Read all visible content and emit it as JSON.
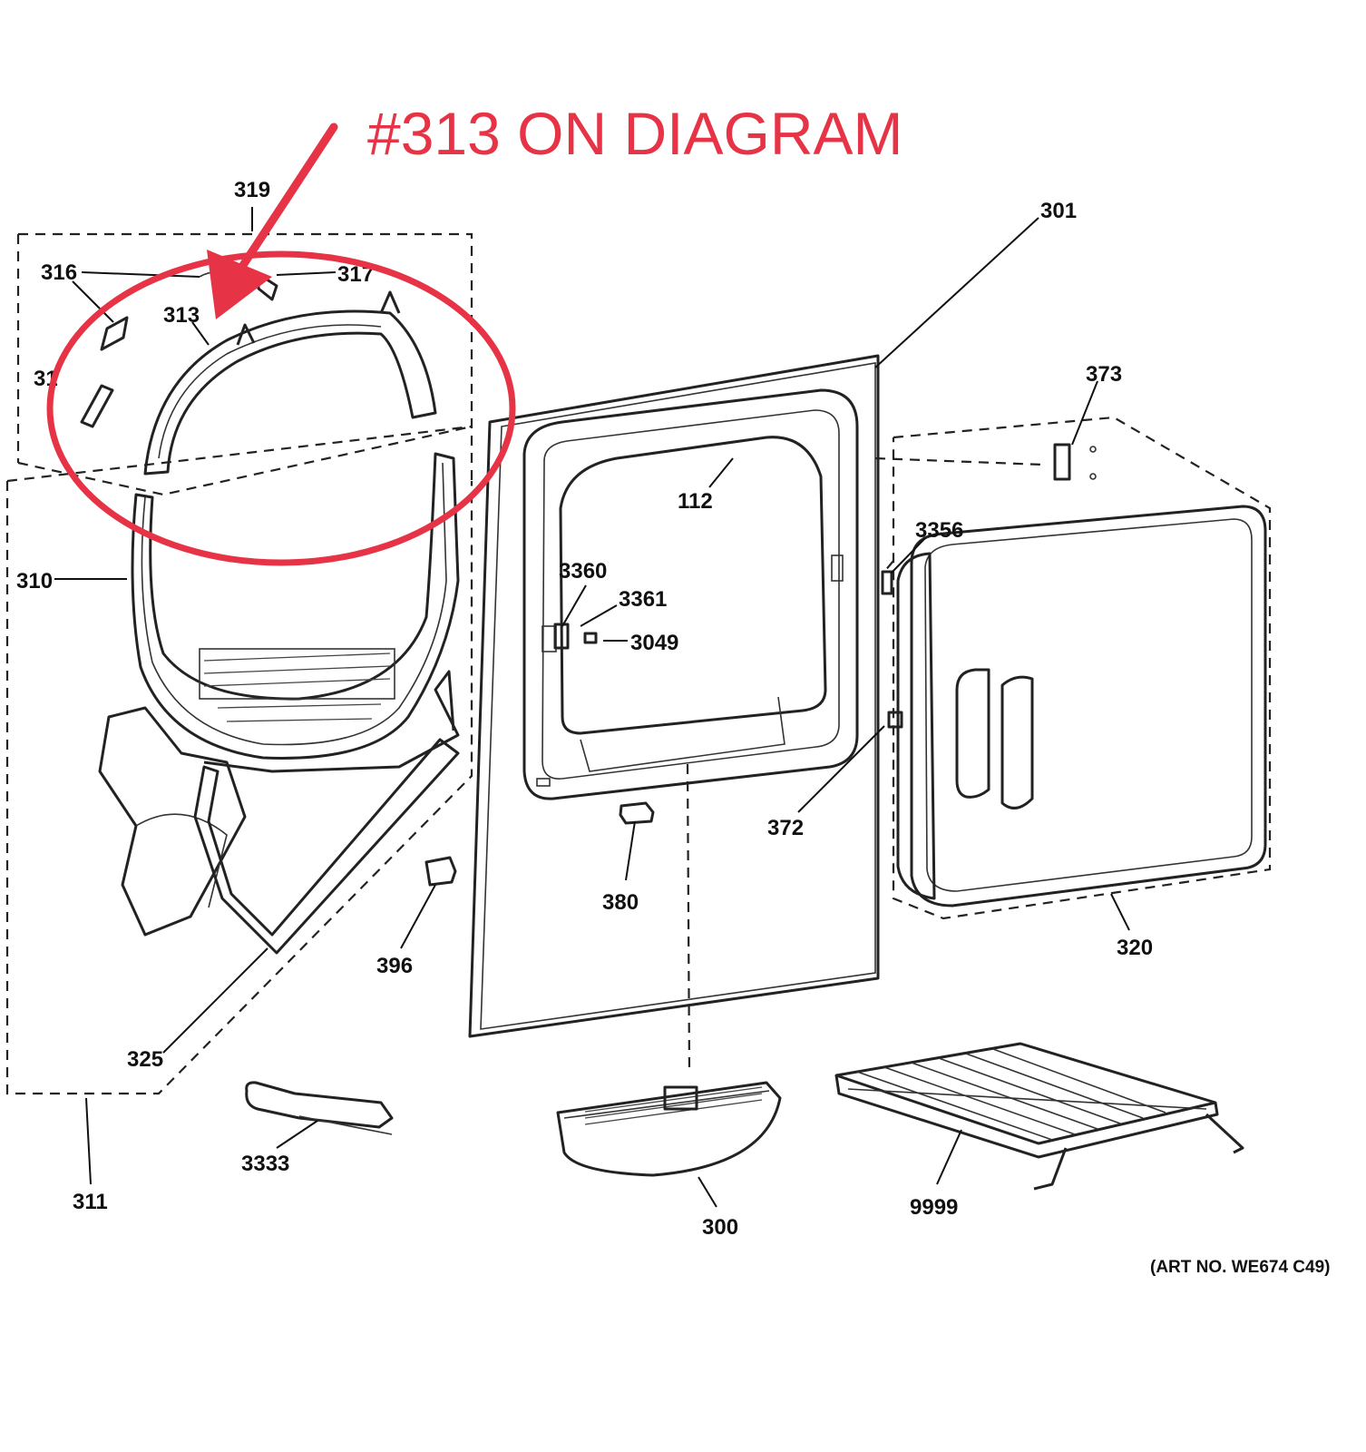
{
  "annotation": {
    "text": "#313 ON DIAGRAM",
    "color": "#e63346"
  },
  "art_number": "(ART NO. WE674 C49)",
  "labels": {
    "p319": "319",
    "p316": "316",
    "p317": "317",
    "p313": "313",
    "p31x": "31",
    "p310": "310",
    "p325": "325",
    "p311": "311",
    "p3333": "3333",
    "p396": "396",
    "p301": "301",
    "p112": "112",
    "p3360": "3360",
    "p3361": "3361",
    "p3049": "3049",
    "p380": "380",
    "p300": "300",
    "p373": "373",
    "p3356": "3356",
    "p372": "372",
    "p320": "320",
    "p9999": "9999"
  },
  "colors": {
    "highlight": "#e63346",
    "line": "#222222",
    "background": "#ffffff"
  }
}
